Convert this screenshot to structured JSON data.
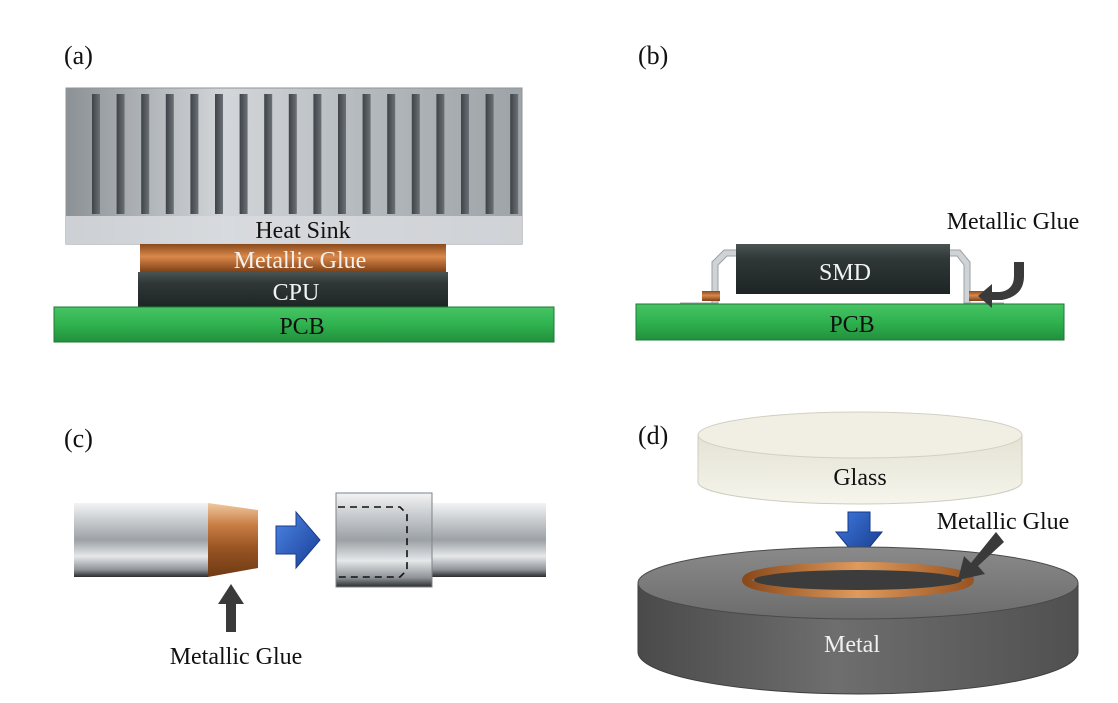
{
  "panels": {
    "a": {
      "label": "(a)",
      "heat_sink": "Heat Sink",
      "glue": "Metallic Glue",
      "cpu": "CPU",
      "pcb": "PCB"
    },
    "b": {
      "label": "(b)",
      "smd": "SMD",
      "glue": "Metallic Glue",
      "pcb": "PCB"
    },
    "c": {
      "label": "(c)",
      "glue": "Metallic Glue"
    },
    "d": {
      "label": "(d)",
      "glass": "Glass",
      "glue": "Metallic Glue",
      "metal": "Metal"
    }
  },
  "colors": {
    "pcb_green": "#2fb24f",
    "copper": "#b8682a",
    "chip_dark": "#2f3837",
    "steel": "#b9bec2",
    "arrow_blue": "#1f4fb5",
    "arrow_dark": "#3a3a3a",
    "glass": "#efede1",
    "metal_dark": "#5c5c5c"
  }
}
